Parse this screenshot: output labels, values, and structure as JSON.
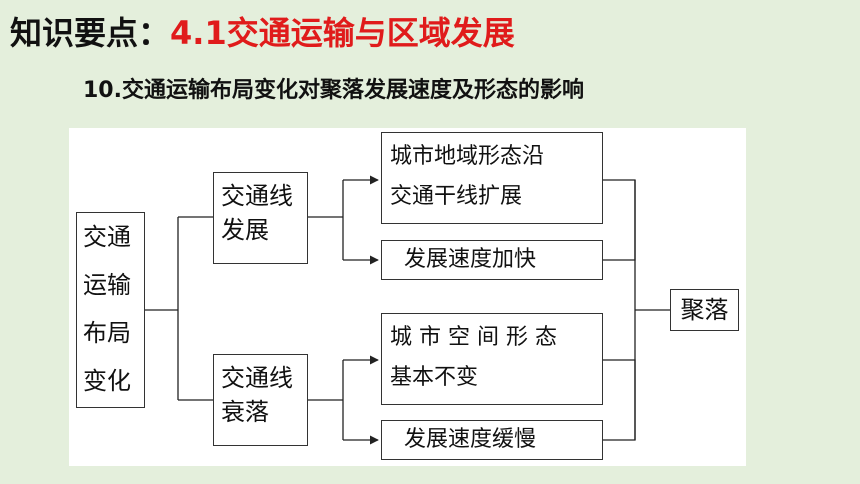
{
  "header": {
    "label": "知识要点：",
    "topic": "4.1交通运输与区域发展"
  },
  "subtitle": "10.交通运输布局变化对聚落发展速度及形态的影响",
  "diagram": {
    "root": [
      "交通",
      "运输",
      "布局",
      "变化"
    ],
    "branch_develop": [
      "交通线",
      "发展"
    ],
    "branch_decline": [
      "交通线",
      "衰落"
    ],
    "develop_shape": [
      "城市地域形态沿",
      "交通干线扩展"
    ],
    "develop_speed": "发展速度加快",
    "decline_shape": [
      "城 市 空 间 形 态",
      "基本不变"
    ],
    "decline_speed": "发展速度缓慢",
    "result": "聚落"
  }
}
